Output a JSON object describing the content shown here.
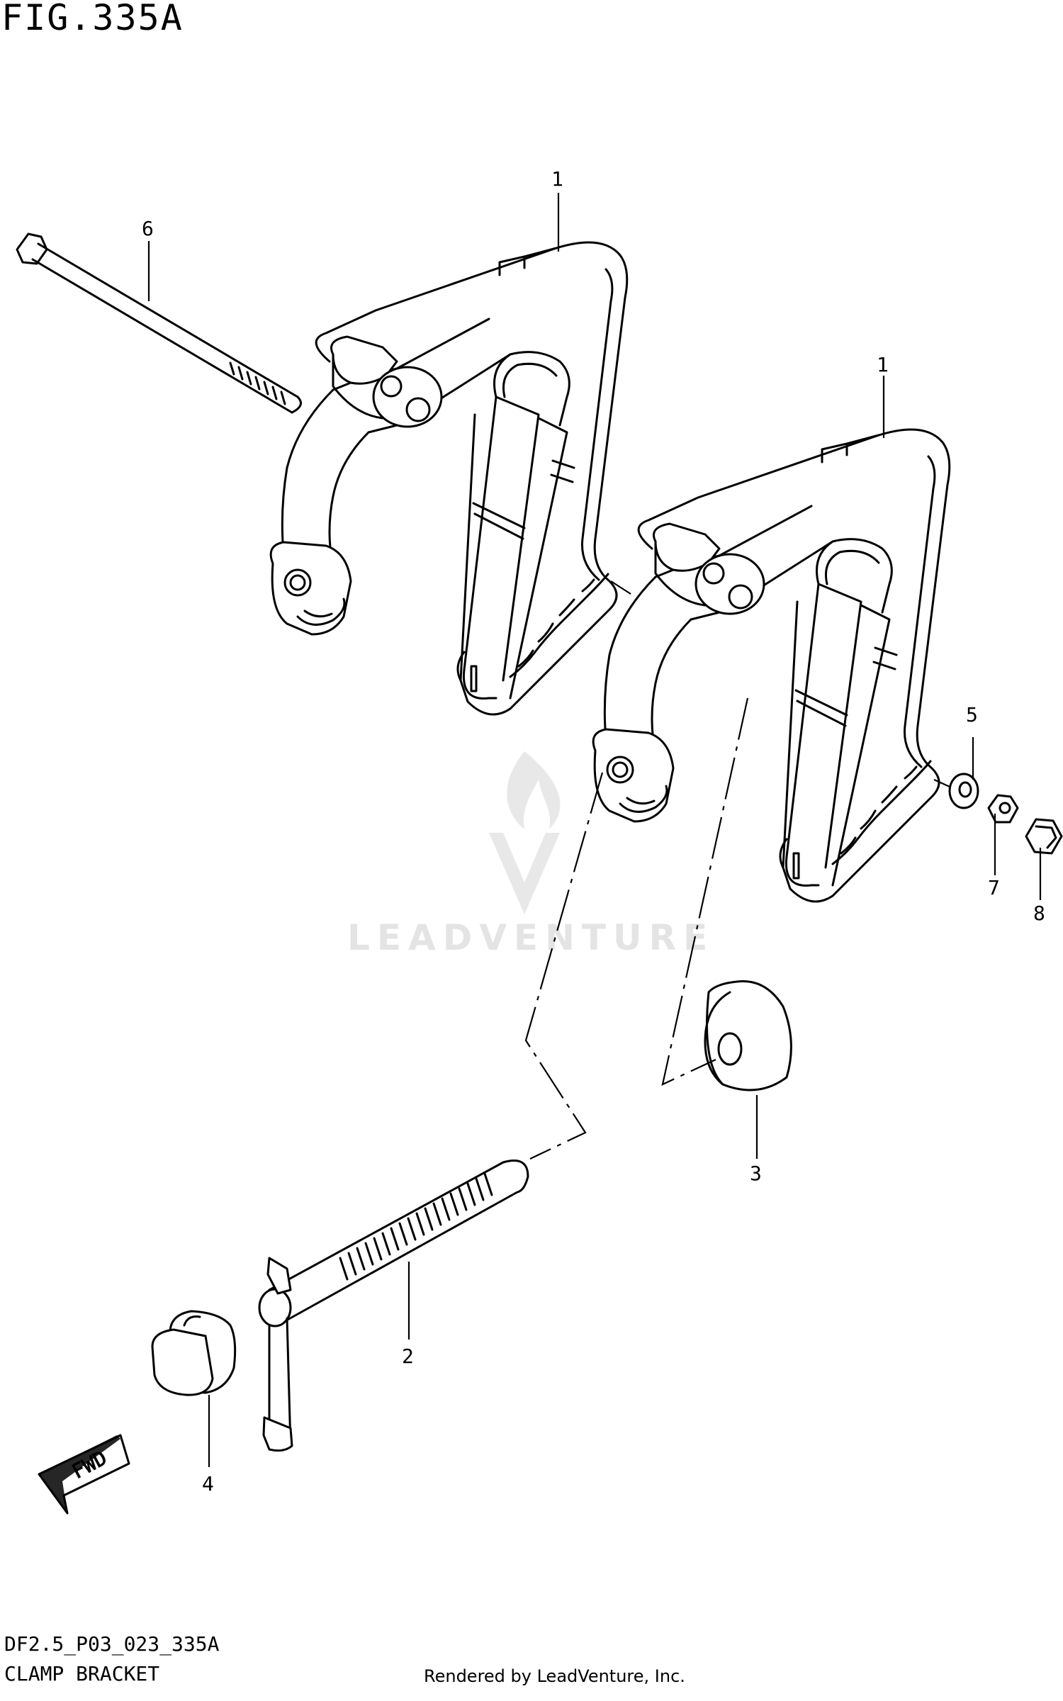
{
  "figure": {
    "title": "FIG.335A",
    "code": "DF2.5_P03_023_335A",
    "name": "CLAMP BRACKET"
  },
  "watermark": "LEADVENTURE",
  "rendered_by": "Rendered by LeadVenture, Inc.",
  "fwd_label": "FWD",
  "callouts": {
    "c1a": "1",
    "c1b": "1",
    "c2": "2",
    "c3": "3",
    "c4": "4",
    "c5": "5",
    "c6": "6",
    "c7": "7",
    "c8": "8"
  },
  "colors": {
    "ink": "#000000",
    "background": "#ffffff",
    "watermark": "#e2e2e2"
  }
}
